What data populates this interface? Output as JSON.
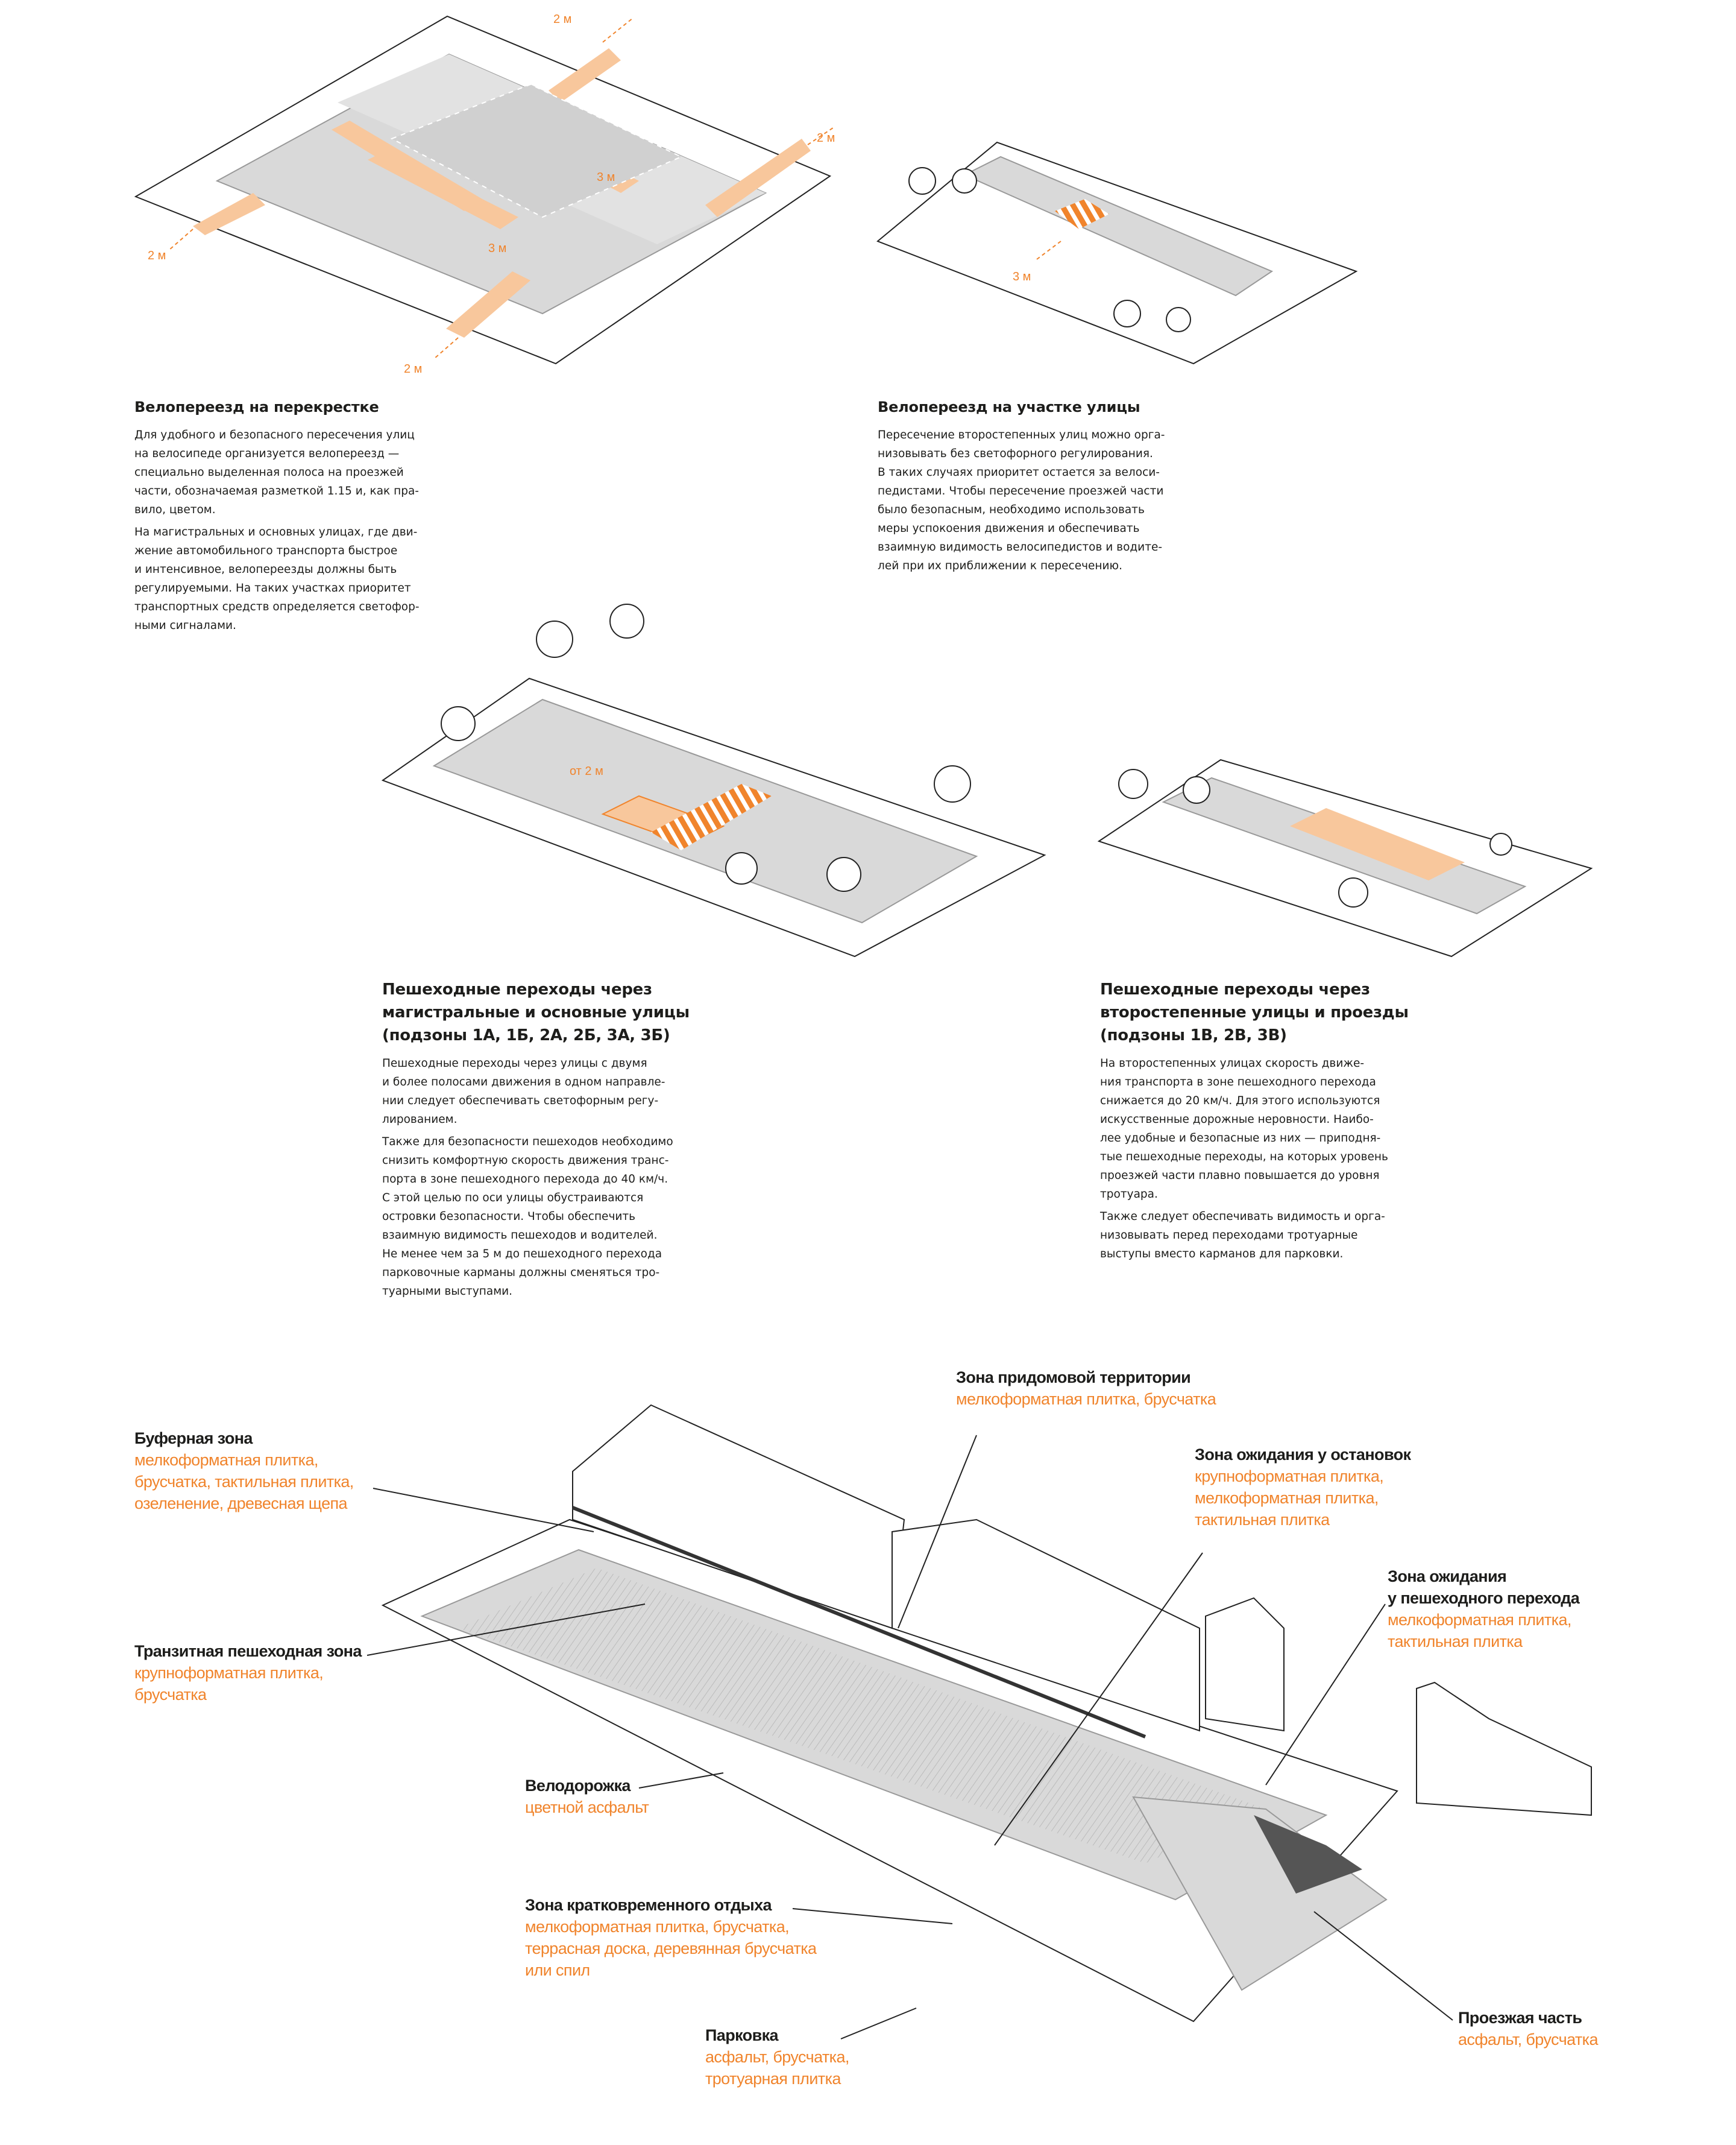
{
  "colors": {
    "accent": "#f0842c",
    "accent_light": "#f8c79c",
    "road": "#d9d9d9",
    "line": "#222222"
  },
  "diagram_dims": {
    "intersection": [
      "2 м",
      "2 м",
      "2 м",
      "2 м",
      "3 м",
      "3 м"
    ],
    "midblock": [
      "3 м"
    ],
    "main_street": [
      "от 2 м"
    ]
  },
  "sections": [
    {
      "title": "Велопереезд на перекрестке",
      "paragraphs": [
        "Для удобного и безопасного пересечения улиц\nна велосипеде организуется велопереезд —\nспециально выделенная полоса на проезжей\nчасти, обозначаемая разметкой 1.15 и, как пра-\nвило, цветом.",
        "На магистральных и основных улицах, где дви-\nжение автомобильного транспорта быстрое\nи интенсивное, велопереезды должны быть\nрегулируемыми. На таких участках приоритет\nтранспортных средств определяется светофор-\nными сигналами."
      ]
    },
    {
      "title": "Велопереезд на участке улицы",
      "paragraphs": [
        "Пересечение второстепенных улиц можно орга-\nнизовывать без светофорного регулирования.\nВ таких случаях приоритет остается за велоси-\nпедистами. Чтобы пересечение проезжей части\nбыло безопасным, необходимо использовать\nмеры успокоения движения и обеспечивать\nвзаимную видимость велосипедистов и водите-\nлей при их приближении к пересечению."
      ]
    },
    {
      "title_lines": [
        "Пешеходные переходы через",
        "магистральные и основные улицы",
        "(подзоны 1А, 1Б, 2А, 2Б, 3А, 3Б)"
      ],
      "paragraphs": [
        "Пешеходные переходы через улицы с двумя\nи более полосами движения в одном направле-\nнии следует обеспечивать светофорным регу-\nлированием.",
        "Также для безопасности пешеходов необходимо\nснизить комфортную скорость движения транс-\nпорта в зоне пешеходного перехода до 40 км/ч.\nС этой целью по оси улицы обустраиваются\nостровки безопасности. Чтобы обеспечить\nвзаимную видимость пешеходов и водителей.\nНе менее чем за 5 м до пешеходного перехода\nпарковочные карманы должны сменяться тро-\nтуарными выступами."
      ]
    },
    {
      "title_lines": [
        "Пешеходные переходы через",
        "второстепенные улицы и проезды",
        "(подзоны 1В, 2В, 3В)"
      ],
      "paragraphs": [
        "На второстепенных улицах скорость движе-\nния транспорта в зоне пешеходного перехода\nснижается до 20 км/ч. Для этого используются\nискусственные дорожные неровности. Наибо-\nлее удобные и безопасные из них — приподня-\nтые пешеходные переходы, на которых уровень\nпроезжей части плавно повышается до уровня\nтротуара.",
        "Также следует обеспечивать видимость и орга-\nнизовывать перед переходами тротуарные\nвыступы вместо карманов для парковки."
      ]
    }
  ],
  "zones": [
    {
      "name": "Зона придомовой территории",
      "materials": "мелкоформатная плитка, брусчатка"
    },
    {
      "name": "Буферная зона",
      "materials": "мелкоформатная плитка,\nбрусчатка, тактильная плитка,\nозеленение, древесная щепа"
    },
    {
      "name": "Зона ожидания у остановок",
      "materials": "крупноформатная плитка,\nмелкоформатная плитка,\nтактильная плитка"
    },
    {
      "name": "Зона ожидания\nу пешеходного перехода",
      "materials": "мелкоформатная плитка,\nтактильная плитка"
    },
    {
      "name": "Транзитная пешеходная зона",
      "materials": "крупноформатная плитка,\nбрусчатка"
    },
    {
      "name": "Велодорожка",
      "materials": "цветной асфальт"
    },
    {
      "name": "Зона кратковременного отдыха",
      "materials": "мелкоформатная плитка, брусчатка,\nтеррасная доска, деревянная брусчатка\nили спил"
    },
    {
      "name": "Парковка",
      "materials": "асфальт, брусчатка,\nтротуарная плитка"
    },
    {
      "name": "Проезжая часть",
      "materials": "асфальт, брусчатка"
    }
  ]
}
